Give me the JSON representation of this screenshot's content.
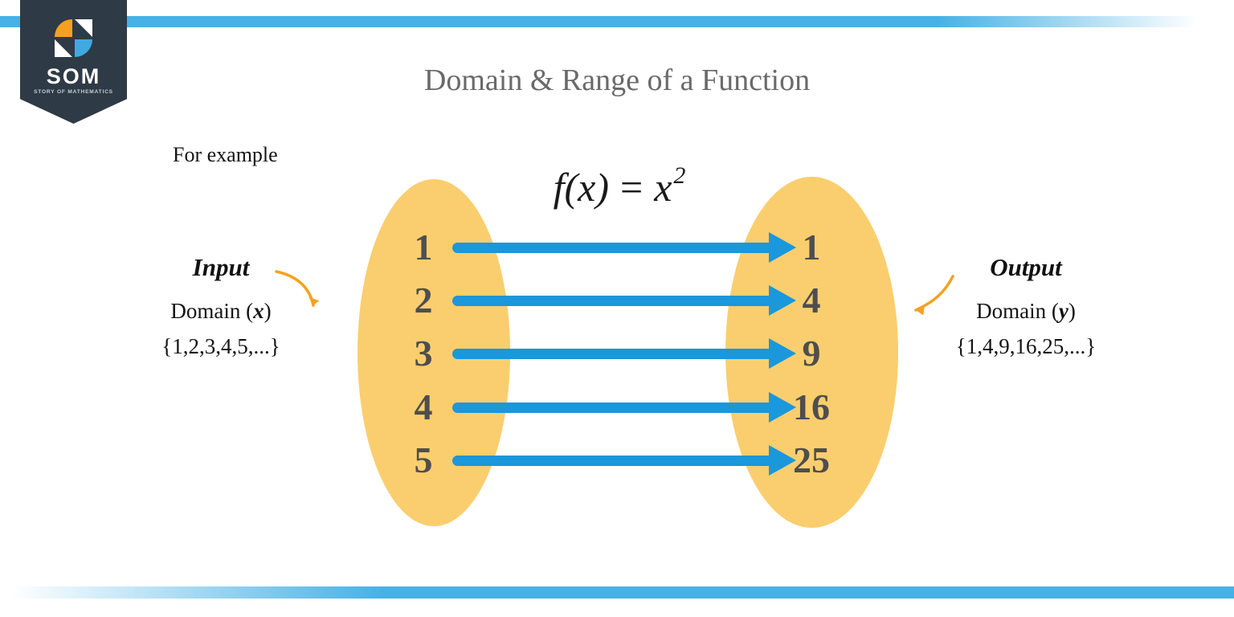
{
  "header": {
    "title": "Domain & Range of a Function"
  },
  "logo": {
    "text": "SOM",
    "subtext": "STORY OF MATHEMATICS"
  },
  "example": {
    "label": "For example"
  },
  "formula": {
    "lhs": "f(x)",
    "equals": "=",
    "base": "x",
    "exponent": "2"
  },
  "input_block": {
    "title": "Input",
    "domain_prefix": "Domain (",
    "var": "x",
    "domain_suffix": ")",
    "set": "{1,2,3,4,5,...}"
  },
  "output_block": {
    "title": "Output",
    "domain_prefix": "Domain (",
    "var": "y",
    "domain_suffix": ")",
    "set": "{1,4,9,16,25,...}"
  },
  "mapping": {
    "rows": [
      {
        "input": "1",
        "output": "1"
      },
      {
        "input": "2",
        "output": "4"
      },
      {
        "input": "3",
        "output": "9"
      },
      {
        "input": "4",
        "output": "16"
      },
      {
        "input": "5",
        "output": "25"
      }
    ]
  },
  "colors": {
    "bar_blue": "#47B1E5",
    "arrow_blue": "#1B97DB",
    "ellipse_yellow": "#FACE6E",
    "banner_navy": "#2E3A45",
    "accent_orange": "#F5A11F",
    "logo_blue": "#3FA9E2",
    "number_gray": "#4E4E4E",
    "title_gray": "#6A6A6A"
  }
}
